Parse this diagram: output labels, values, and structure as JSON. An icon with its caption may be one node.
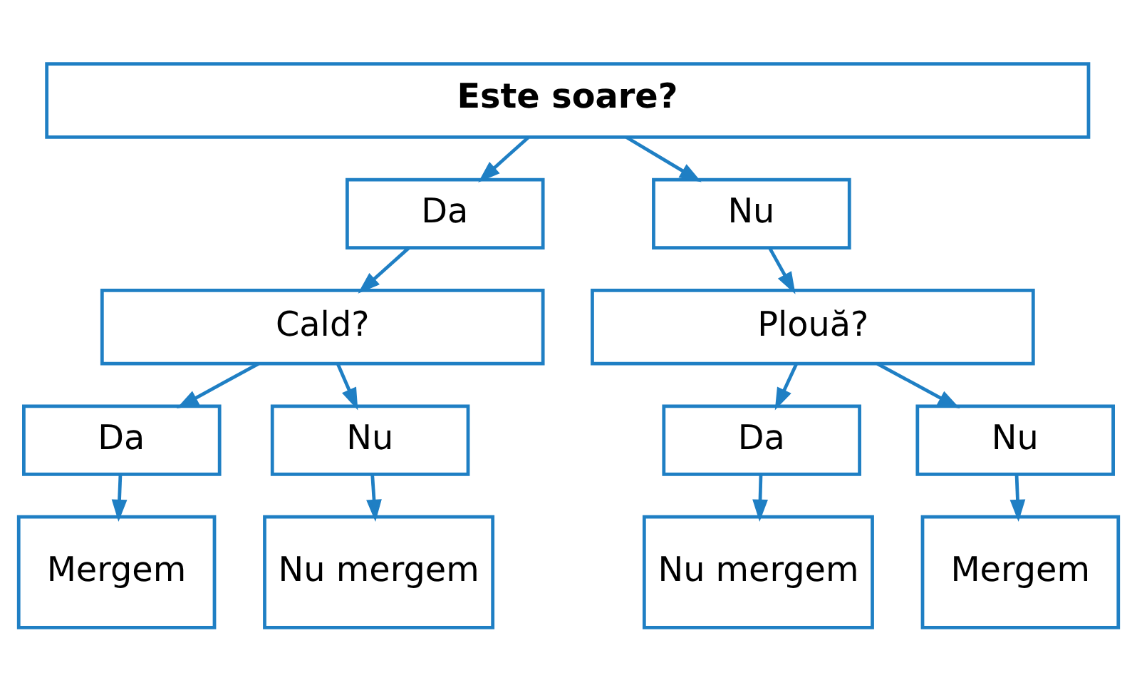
{
  "diagram": {
    "nodes": [
      {
        "text": [
          "Este soare?"
        ]
      },
      {
        "text": [
          "Da"
        ]
      },
      {
        "text": [
          "Nu"
        ]
      },
      {
        "text": [
          "Cald?"
        ]
      },
      {
        "text": [
          "Plouă?"
        ]
      },
      {
        "text": [
          "Da"
        ]
      },
      {
        "text": [
          "Nu"
        ]
      },
      {
        "text": [
          "Da"
        ]
      },
      {
        "text": [
          "Nu"
        ]
      },
      {
        "text": [
          "Mergem"
        ]
      },
      {
        "text": [
          "Nu mergem"
        ]
      },
      {
        "text": [
          "Nu mergem"
        ]
      },
      {
        "text": [
          "Mergem"
        ]
      }
    ],
    "edges": [
      {
        "from": 0,
        "to": 1,
        "arrow": "to"
      },
      {
        "from": 0,
        "to": 2,
        "arrow": "to"
      },
      {
        "from": 1,
        "to": 3,
        "arrow": "to"
      },
      {
        "from": 2,
        "to": 4,
        "arrow": "to"
      },
      {
        "from": 3,
        "to": 5,
        "arrow": "to"
      },
      {
        "from": 3,
        "to": 6,
        "arrow": "to"
      },
      {
        "from": 4,
        "to": 7,
        "arrow": "to"
      },
      {
        "from": 4,
        "to": 8,
        "arrow": "to"
      },
      {
        "from": 5,
        "to": 9,
        "arrow": "to"
      },
      {
        "from": 6,
        "to": 10,
        "arrow": "to"
      },
      {
        "from": 7,
        "to": 11,
        "arrow": "to"
      },
      {
        "from": 8,
        "to": 12,
        "arrow": "to"
      }
    ]
  }
}
